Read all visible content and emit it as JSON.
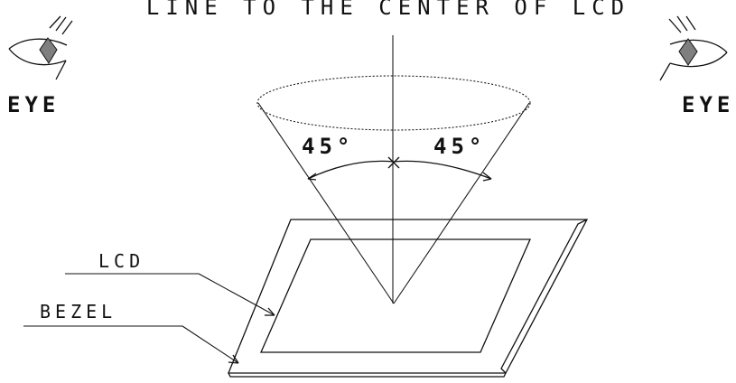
{
  "diagram": {
    "title": "LINE TO THE CENTER OF LCD",
    "left_eye_label": "EYE",
    "right_eye_label": "EYE",
    "left_angle": "45°",
    "right_angle": "45°",
    "lcd_label": "LCD",
    "bezel_label": "BEZEL"
  },
  "icons": {
    "left_eye": "eye-icon",
    "right_eye": "eye-icon"
  },
  "colors": {
    "ink": "#111111",
    "eye_fill": "#7f7f7f",
    "background": "#ffffff"
  }
}
